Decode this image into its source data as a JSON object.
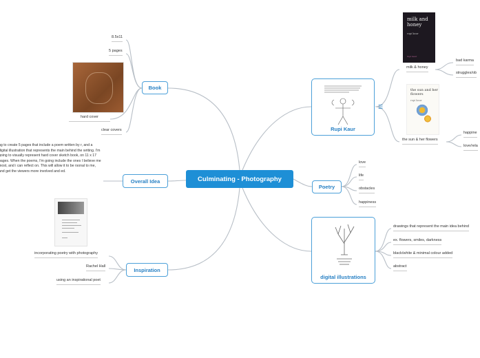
{
  "central": "Culminating - Photography",
  "book": {
    "title": "Book",
    "items": [
      "8.5x11",
      "5 pages",
      "hard cover",
      "clear covers"
    ],
    "image_icon": "leather-book-photo"
  },
  "overall_idea": {
    "title": "Overall Idea",
    "text": "ng to create 5 pages that include a poem written by r, and a digital illustration that represents the main behind the writing. I'm going to visually represent hard cover sketch book, on 11 x 17 pages. When the poems, I'm going include the ones I believe me most, and i can reflect on. This will allow it to be rsonal to me, and get the viewers more involved and ed."
  },
  "inspiration": {
    "title": "Inspiration",
    "items": [
      "incorporating poetry with photography",
      "Rachel Hall",
      "using an inspirational poet"
    ]
  },
  "rupi_kaur": {
    "title": "Rupi Kaur",
    "books": [
      {
        "label": "milk & honey",
        "cover_title": "milk and honey",
        "cover_author": "rupi kaur",
        "children": [
          "bad karma",
          "struggles/ob"
        ]
      },
      {
        "label": "the sun & her flowers",
        "cover_title": "the sun and her flowers",
        "cover_author": "rupi kaur",
        "children": [
          "happine",
          "love/rela"
        ]
      }
    ]
  },
  "poetry": {
    "title": "Poetry",
    "items": [
      "love",
      "life",
      "obstacles",
      "happiness"
    ]
  },
  "digital_illustrations": {
    "title": "digital illustrations",
    "items": [
      "drawings that represent the main idea behind",
      "ex. flowers, smiles, darkness",
      "black/white & minimal colour added",
      "abstract"
    ]
  },
  "colors": {
    "accent": "#1e8fd6",
    "topic_border": "#4a9fd8",
    "connector": "#b7bec6"
  }
}
